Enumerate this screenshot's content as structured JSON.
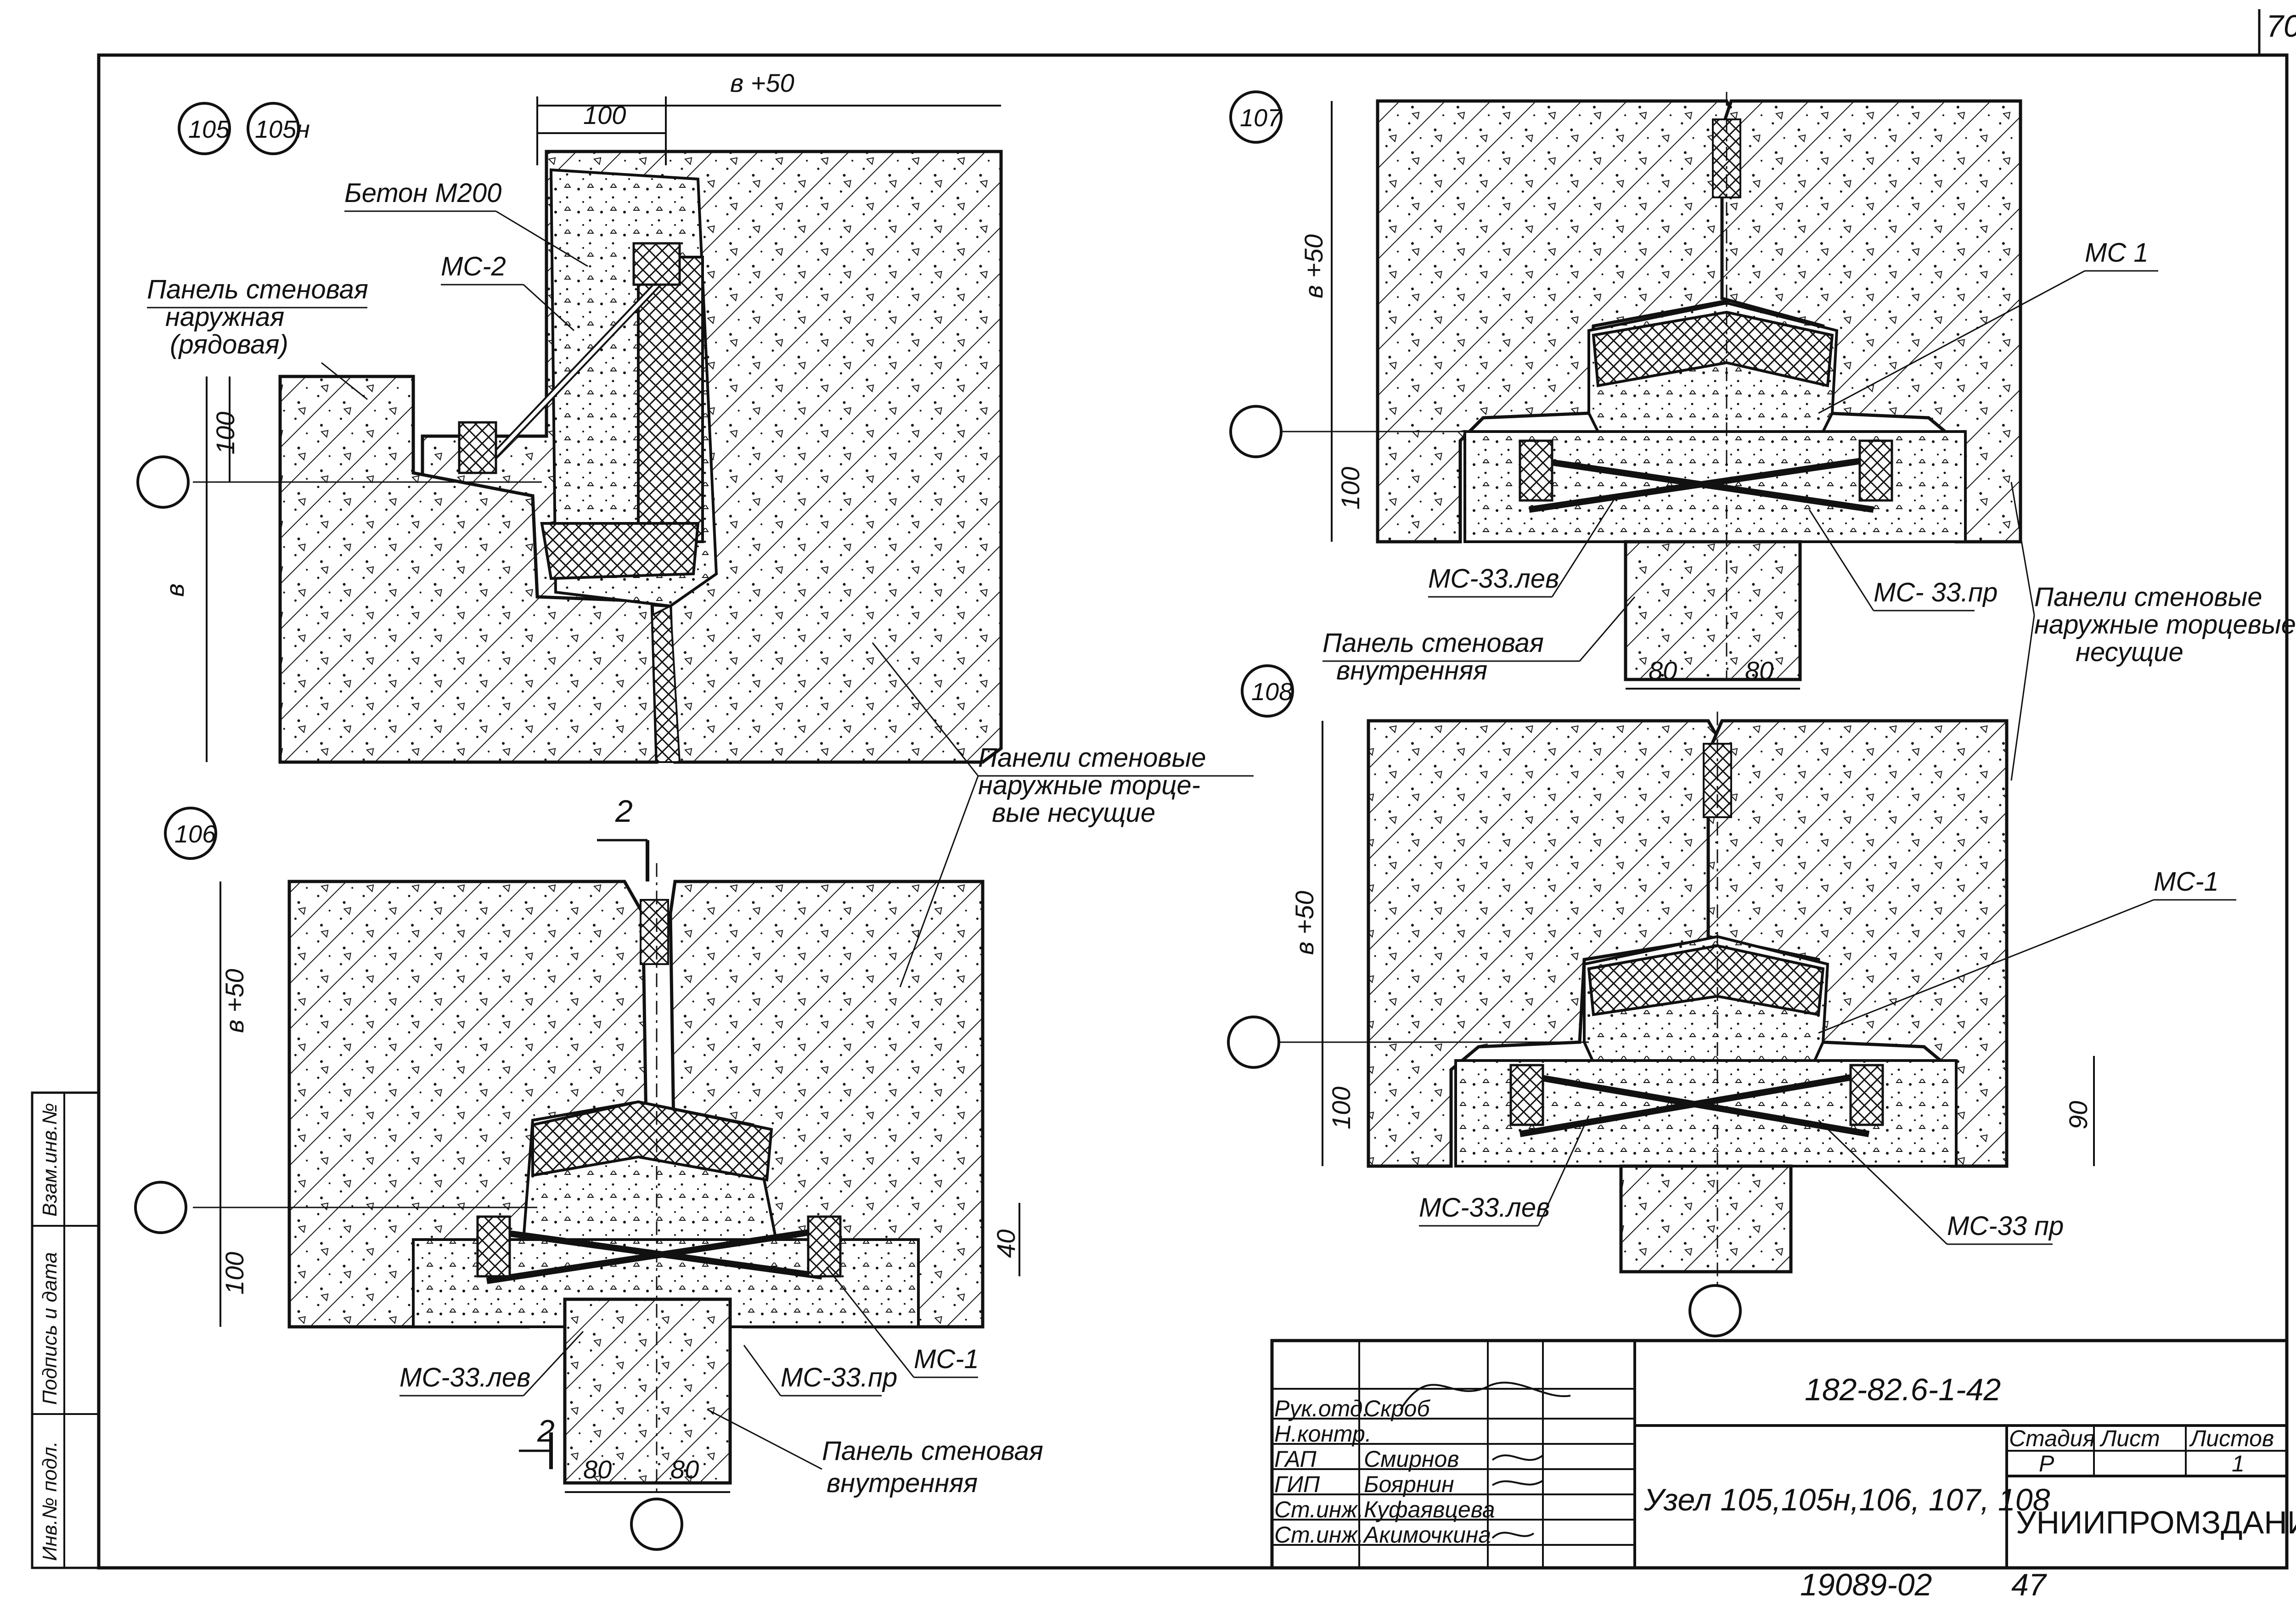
{
  "sheet": {
    "page_number": "70",
    "document_code": "182-82.6-1-42",
    "title": "Узел 105,105н,106, 107, 108",
    "organization": "УНИИПРОМЗДАНИЙ",
    "bottom_left_number": "19089-02",
    "bottom_right_number": "47"
  },
  "stamp": {
    "roles": [
      "Рук.отд.",
      "Н.контр.",
      "ГАП",
      "ГИП",
      "Ст.инж.",
      "Ст.инж."
    ],
    "names": [
      "Скроб",
      "",
      "Смирнов",
      "Боярнин",
      "Куфаявцева",
      "Акимочкина"
    ],
    "headers": [
      "Стадия",
      "Лист",
      "Листов"
    ],
    "values": [
      "Р",
      "",
      "1"
    ]
  },
  "side_stamp": [
    "Инв.№ подл.",
    "Подпись и дата",
    "Взам.инв.№"
  ],
  "nodes": {
    "n105": {
      "mark": "105",
      "mark2": "105н"
    },
    "n106": {
      "mark": "106"
    },
    "n107": {
      "mark": "107"
    },
    "n108": {
      "mark": "108"
    }
  },
  "labels": {
    "concrete": "Бетон М200",
    "mc2": "МС-2",
    "panel_outer_row_1": "Панель стеновая",
    "panel_outer_row_2": "наружная",
    "panel_outer_row_3": "(рядовая)",
    "panels_end_1": "Панели стеновые",
    "panels_end_2": "наружные торце-",
    "panels_end_3": "вые несущие",
    "mc1": "МС 1",
    "mc1b": "МС-1",
    "mc1c": "МС-1",
    "mc33l": "МС-33.лев",
    "mc33r": "МС- 33.пр",
    "mc33l_b": "МС-33.лев",
    "mc33r_b": "МС-33.пр",
    "mc33l_c": "МС-33.лев",
    "mc33r_c": "МС-33 пр",
    "panel_inner_1": "Панель стеновая",
    "panel_inner_2": "внутренняя",
    "panel_inner_b1": "Панель стеновая",
    "panel_inner_b2": "внутренняя",
    "panels_end_b1": "Панели стеновые",
    "panels_end_b2": "наружные торцевые",
    "panels_end_b3": "несущие",
    "section": "2"
  },
  "dimensions": {
    "d105_top": "в +50",
    "d105_100": "100",
    "d105_100v": "100",
    "d105_b": "в",
    "d106_b50": "в +50",
    "d106_100": "100",
    "d106_40": "40",
    "d106_80a": "80",
    "d106_80b": "80",
    "d107_b50": "в +50",
    "d107_100": "100",
    "d107_80a": "80",
    "d107_80b": "80",
    "d108_b50": "в +50",
    "d108_100": "100",
    "d108_90": "90"
  },
  "colors": {
    "ink": "#111111",
    "paper": "#ffffff"
  }
}
